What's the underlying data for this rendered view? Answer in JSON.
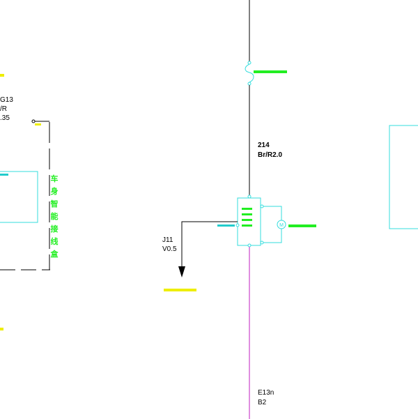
{
  "wires": {
    "w214": {
      "number": "214",
      "spec": "Br/R2.0"
    },
    "wE13n": {
      "number": "E13n",
      "spec": "B2"
    },
    "wJ11": {
      "number": "J11",
      "spec": "V0.5"
    },
    "wG13": {
      "number": "G13",
      "spec": "/R",
      "spec2": ".35"
    }
  },
  "left_box": {
    "chars": [
      "车",
      "身",
      "智",
      "能",
      "接",
      "线",
      "盒"
    ]
  },
  "colors": {
    "wire_black": "#000000",
    "wire_magenta": "#cc44cc",
    "component_cyan": "#33dddd",
    "label_green": "#22ee22",
    "label_yellow": "#eeee00",
    "background": "#ffffff"
  }
}
